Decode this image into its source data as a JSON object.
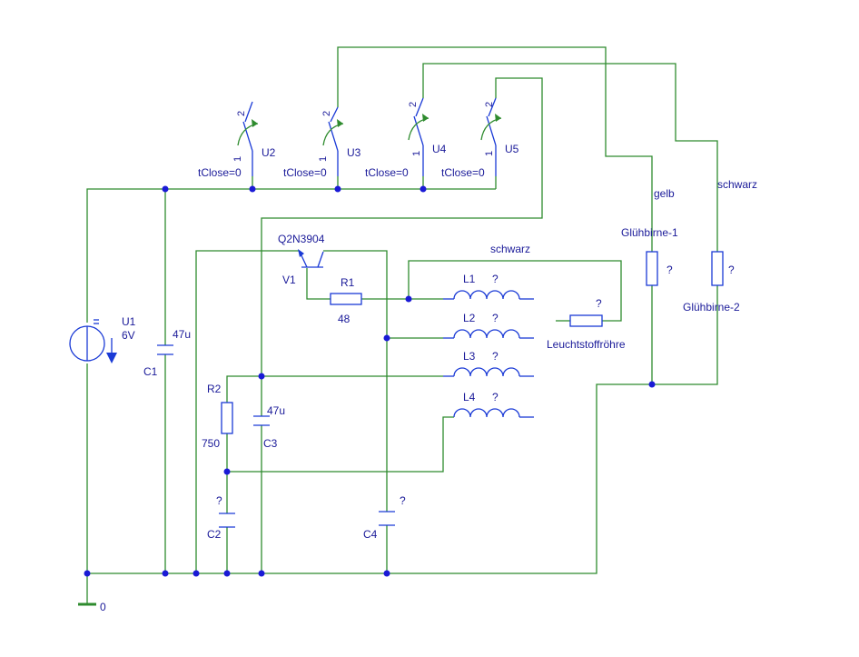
{
  "components": {
    "U1": {
      "name": "U1",
      "value": "6V"
    },
    "U2": {
      "name": "U2",
      "param": "tClose=0",
      "pin1": "1",
      "pin2": "2"
    },
    "U3": {
      "name": "U3",
      "param": "tClose=0",
      "pin1": "1",
      "pin2": "2"
    },
    "U4": {
      "name": "U4",
      "param": "tClose=0",
      "pin1": "1",
      "pin2": "2"
    },
    "U5": {
      "name": "U5",
      "param": "tClose=0",
      "pin1": "1",
      "pin2": "2"
    },
    "C1": {
      "name": "C1",
      "value": "47u"
    },
    "C2": {
      "name": "C2",
      "value": "?"
    },
    "C3": {
      "name": "C3",
      "value": "47u"
    },
    "C4": {
      "name": "C4",
      "value": "?"
    },
    "R1": {
      "name": "R1",
      "value": "48"
    },
    "R2": {
      "name": "R2",
      "value": "750"
    },
    "V1": {
      "name": "V1",
      "model": "Q2N3904"
    },
    "L1": {
      "name": "L1",
      "value": "?"
    },
    "L2": {
      "name": "L2",
      "value": "?"
    },
    "L3": {
      "name": "L3",
      "value": "?"
    },
    "L4": {
      "name": "L4",
      "value": "?"
    },
    "lamp1": {
      "name": "Glühbirne-1",
      "value": "?",
      "wire_label": "gelb"
    },
    "lamp2": {
      "name": "Glühbirne-2",
      "value": "?",
      "wire_label": "schwarz"
    },
    "tube": {
      "name": "Leuchtstoffröhre",
      "value": "?",
      "wire_label": "schwarz"
    }
  },
  "ground": {
    "label": "0"
  },
  "colors": {
    "wire": "#2e8b2e",
    "component": "#1a3ad6",
    "junction": "#1a1ad6",
    "text": "#1a1a99"
  }
}
